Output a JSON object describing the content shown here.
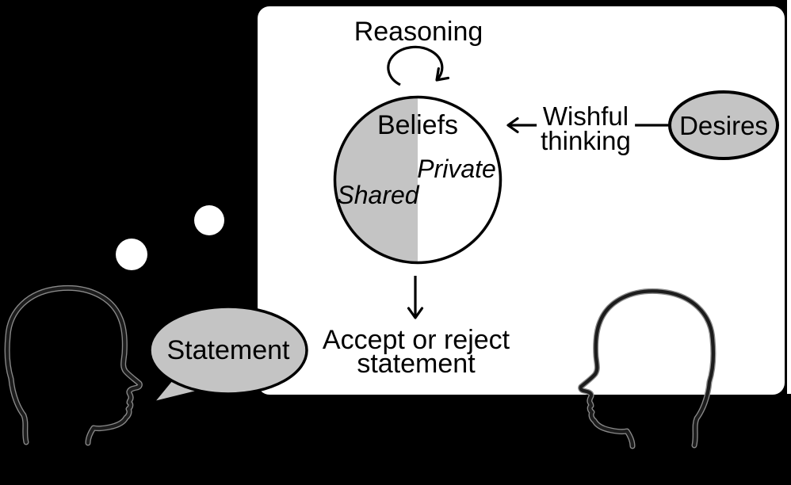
{
  "colors": {
    "background": "#000000",
    "panel": "#ffffff",
    "shape_gray": "#c4c4c4",
    "line": "#000000"
  },
  "diagram": {
    "reasoning_label": "Reasoning",
    "beliefs_label": "Beliefs",
    "private_label": "Private",
    "shared_label": "Shared",
    "wishful_line1": "Wishful",
    "wishful_line2": "thinking",
    "desires_label": "Desires",
    "accept_line1": "Accept or reject",
    "accept_line2": "statement",
    "statement_label": "Statement"
  }
}
